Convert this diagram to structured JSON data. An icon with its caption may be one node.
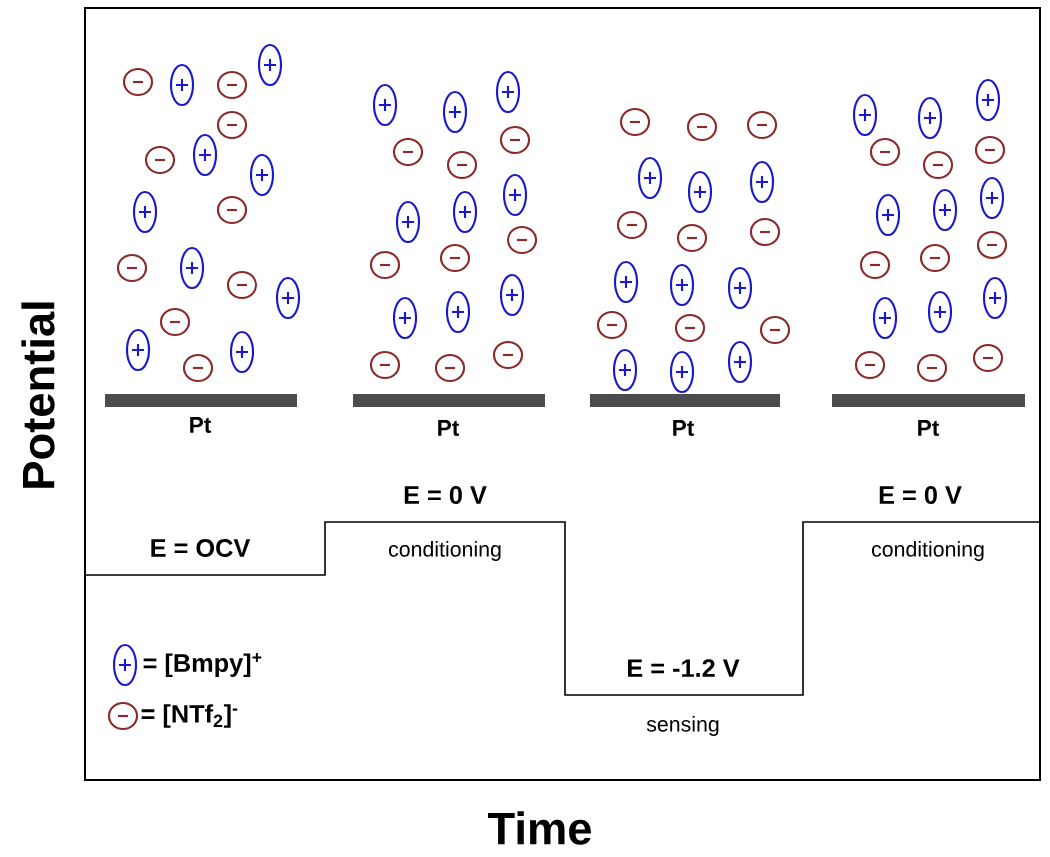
{
  "diagram": {
    "labels": [
      "Potential",
      "Pt",
      "Pt",
      "Pt",
      "Pt",
      "E = OCV",
      "E = 0 V",
      "conditioning",
      "E = -1.2 V",
      "sensing",
      "E = 0 V",
      "conditioning",
      "Time"
    ],
    "legend": [
      {
        "text": "= [Bmpy]$^{+}$"
      },
      {
        "text": "= [NTf$_{2}$]$^{-}$"
      }
    ]
  }
}
